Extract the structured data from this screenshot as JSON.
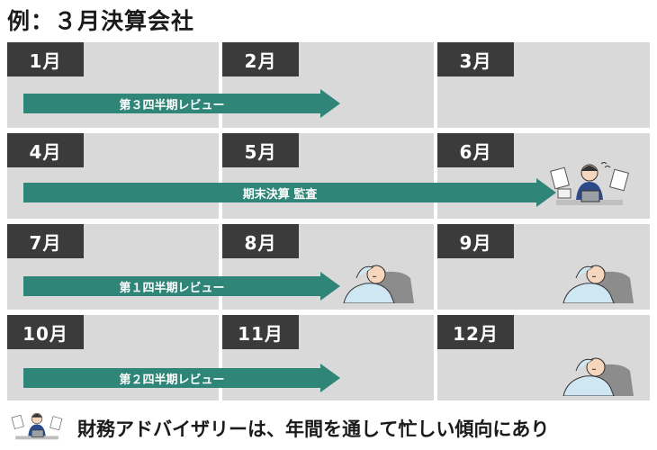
{
  "title": "例：３月決算会社",
  "months": [
    "1月",
    "2月",
    "3月",
    "4月",
    "5月",
    "6月",
    "7月",
    "8月",
    "9月",
    "10月",
    "11月",
    "12月"
  ],
  "arrows": {
    "q3_review": "第３四半期レビュー",
    "year_end_audit": "期末決算 監査",
    "q1_review": "第１四半期レビュー",
    "q2_review": "第２四半期レビュー"
  },
  "colors": {
    "arrow": "#2f8578",
    "month_tab": "#3b3b3b",
    "cell": "#d9d9d9"
  },
  "icons": {
    "busy": "busy-worker-icon",
    "resting": "resting-person-icon"
  },
  "footer": {
    "text": "財務アドバイザリーは、年間を通して忙しい傾向にあり"
  }
}
